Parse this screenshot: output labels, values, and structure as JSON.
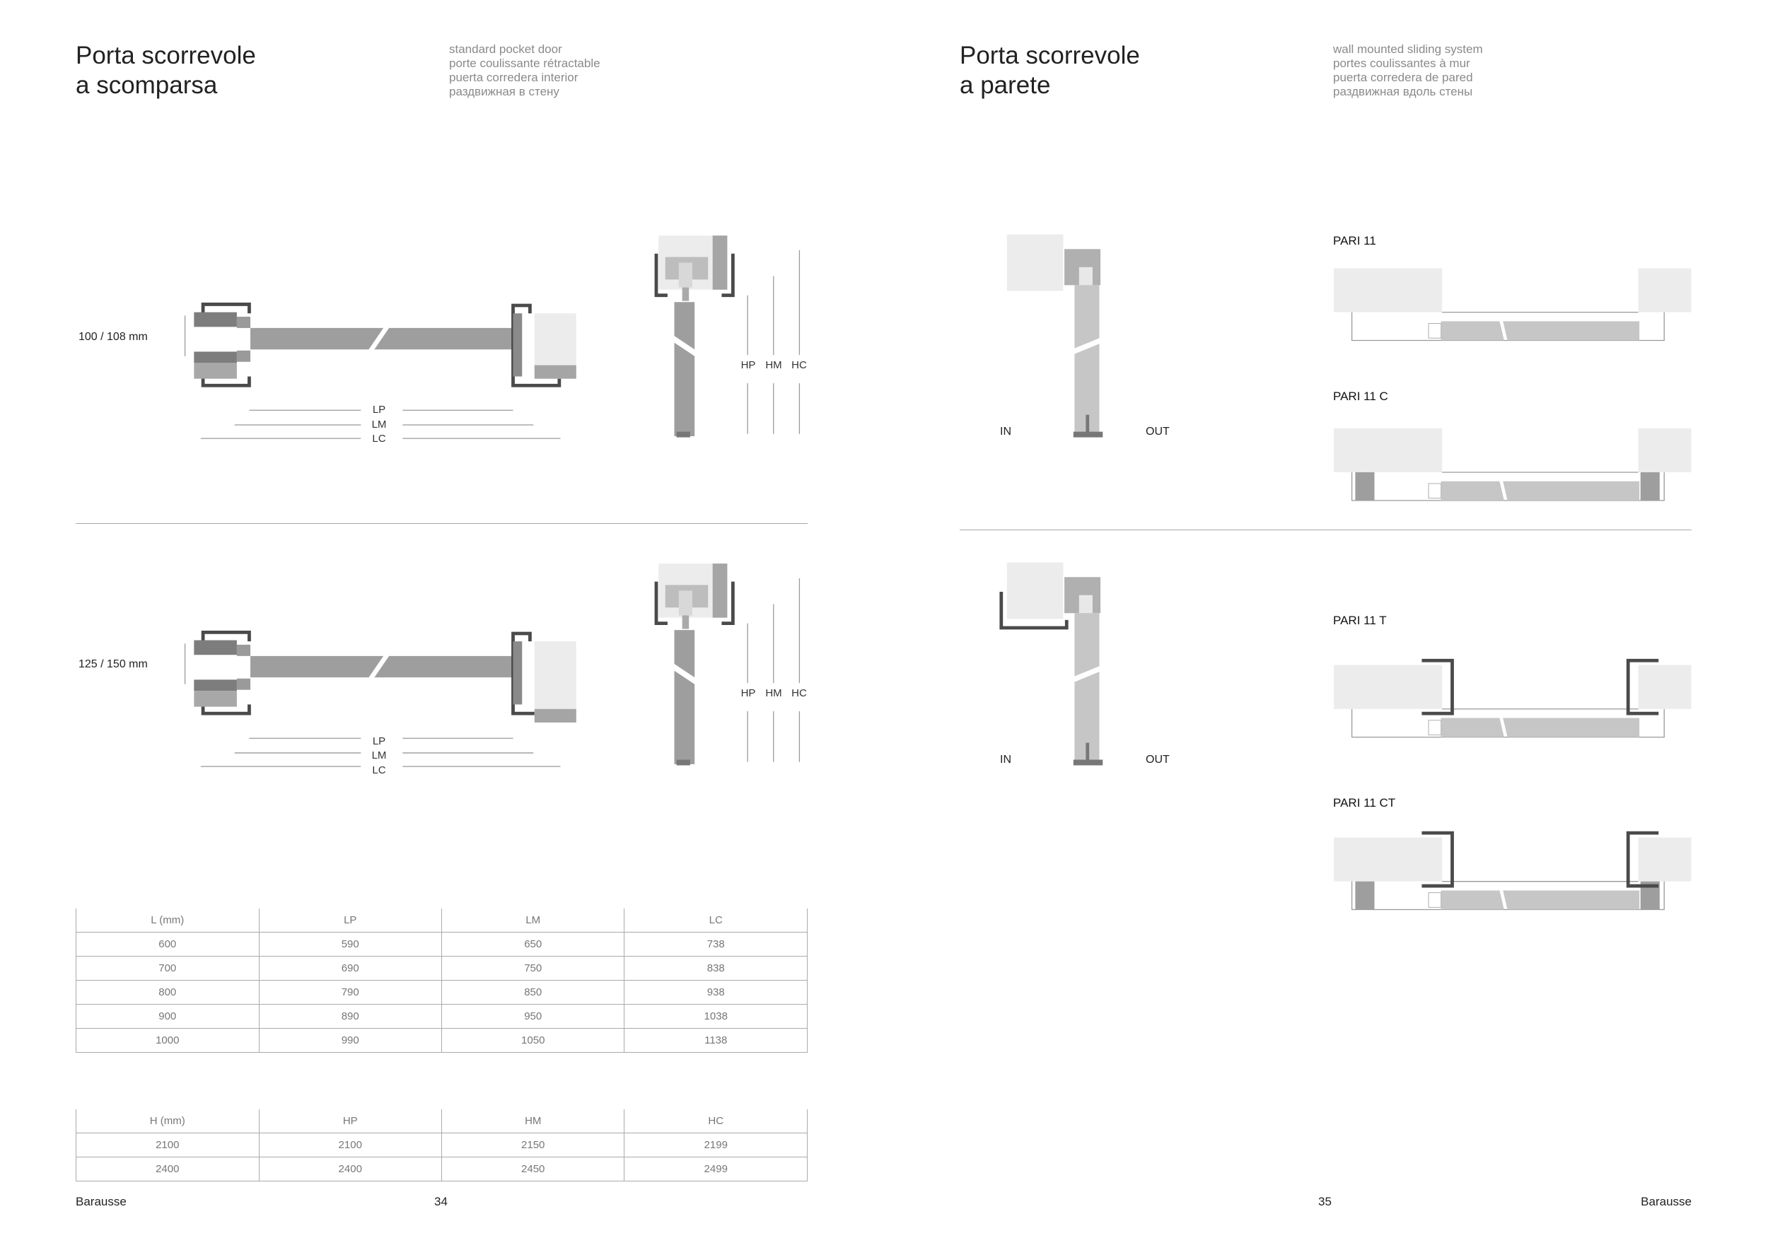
{
  "left_page": {
    "title_line1": "Porta scorrevole",
    "title_line2": "a scomparsa",
    "subtitles": [
      "standard pocket door",
      "porte coulissante rétractable",
      "puerta corredera interior",
      "раздвижная в стену"
    ],
    "sections": [
      {
        "thickness": "100 / 108 mm",
        "width_labels": [
          "LP",
          "LM",
          "LC"
        ],
        "height_labels": [
          "HP",
          "HM",
          "HC"
        ]
      },
      {
        "thickness": "125 / 150 mm",
        "width_labels": [
          "LP",
          "LM",
          "LC"
        ],
        "height_labels": [
          "HP",
          "HM",
          "HC"
        ]
      }
    ],
    "width_table": {
      "headers": [
        "L (mm)",
        "LP",
        "LM",
        "LC"
      ],
      "rows": [
        [
          "600",
          "590",
          "650",
          "738"
        ],
        [
          "700",
          "690",
          "750",
          "838"
        ],
        [
          "800",
          "790",
          "850",
          "938"
        ],
        [
          "900",
          "890",
          "950",
          "1038"
        ],
        [
          "1000",
          "990",
          "1050",
          "1138"
        ]
      ]
    },
    "height_table": {
      "headers": [
        "H (mm)",
        "HP",
        "HM",
        "HC"
      ],
      "rows": [
        [
          "2100",
          "2100",
          "2150",
          "2199"
        ],
        [
          "2400",
          "2400",
          "2450",
          "2499"
        ]
      ]
    },
    "footer_brand": "Barausse",
    "page_number": "34"
  },
  "right_page": {
    "title_line1": "Porta scorrevole",
    "title_line2": "a parete",
    "subtitles": [
      "wall mounted sliding system",
      "portes coulissantes à mur",
      "puerta corredera de pared",
      "раздвижная вдоль стены"
    ],
    "sections": [
      {
        "in_label": "IN",
        "out_label": "OUT"
      },
      {
        "in_label": "IN",
        "out_label": "OUT"
      }
    ],
    "models": [
      "PARI 11",
      "PARI 11 C",
      "PARI 11 T",
      "PARI 11 CT"
    ],
    "page_number": "35",
    "footer_brand": "Barausse"
  },
  "colors": {
    "door": "#9e9e9e",
    "wall": "#ececec",
    "frame": "#4a4a4a",
    "light_door": "#c6c6c6",
    "rule": "#aaaaaa"
  }
}
